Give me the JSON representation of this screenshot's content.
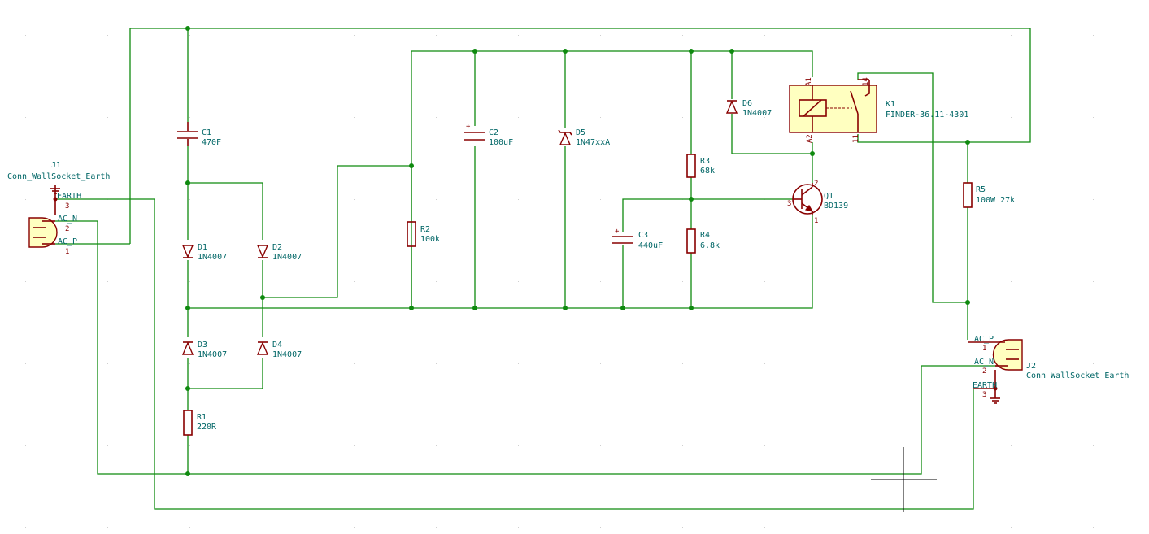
{
  "components": {
    "J1": {
      "ref": "J1",
      "value": "Conn_WallSocket_Earth",
      "pins": {
        "p3": "3",
        "p2": "2",
        "p1": "1",
        "earth": "EARTH",
        "acn": "AC_N",
        "acp": "AC_P"
      }
    },
    "J2": {
      "ref": "J2",
      "value": "Conn_WallSocket_Earth",
      "pins": {
        "p1": "1",
        "p2": "2",
        "p3": "3",
        "earth": "EARTH",
        "acn": "AC_N",
        "acp": "AC_P"
      }
    },
    "C1": {
      "ref": "C1",
      "value": "470F"
    },
    "C2": {
      "ref": "C2",
      "value": "100uF"
    },
    "C3": {
      "ref": "C3",
      "value": "440uF"
    },
    "D1": {
      "ref": "D1",
      "value": "1N4007"
    },
    "D2": {
      "ref": "D2",
      "value": "1N4007"
    },
    "D3": {
      "ref": "D3",
      "value": "1N4007"
    },
    "D4": {
      "ref": "D4",
      "value": "1N4007"
    },
    "D5": {
      "ref": "D5",
      "value": "1N47xxA"
    },
    "D6": {
      "ref": "D6",
      "value": "1N4007"
    },
    "R1": {
      "ref": "R1",
      "value": "220R"
    },
    "R2": {
      "ref": "R2",
      "value": "100k"
    },
    "R3": {
      "ref": "R3",
      "value": "68k"
    },
    "R4": {
      "ref": "R4",
      "value": "6.8k"
    },
    "R5": {
      "ref": "R5",
      "value": "100W 27k"
    },
    "Q1": {
      "ref": "Q1",
      "value": "BD139",
      "pins": {
        "p1": "1",
        "p2": "2",
        "p3": "3"
      }
    },
    "K1": {
      "ref": "K1",
      "value": "FINDER-36.11-4301",
      "pins": {
        "a1": "A1",
        "a2": "A2",
        "p11": "11",
        "p14": "14"
      }
    }
  },
  "colors": {
    "wire": "#0f8a0f",
    "part": "#880000",
    "label": "#006666",
    "connector_fill": "#ffffc0",
    "relay_fill": "#ffffc0"
  }
}
